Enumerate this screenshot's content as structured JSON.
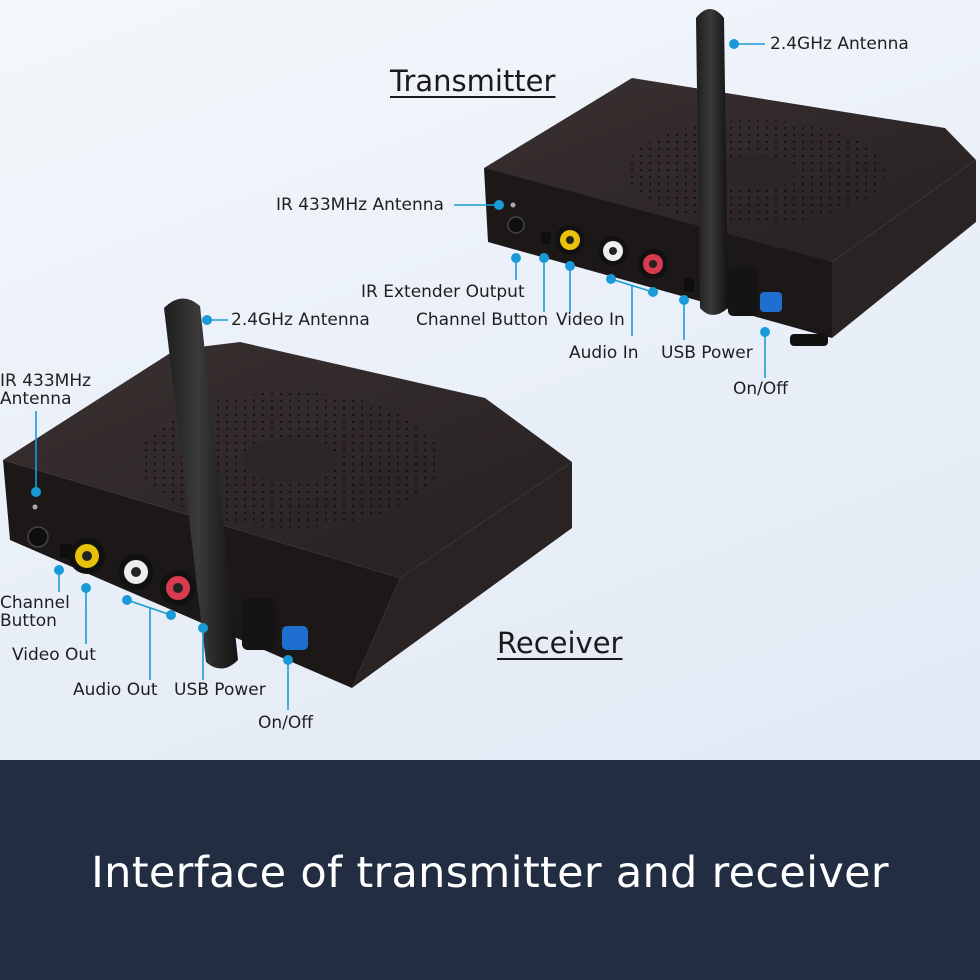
{
  "transmitter": {
    "title": "Transmitter",
    "labels": {
      "antenna_24": "2.4GHz Antenna",
      "ir_433": "IR 433MHz Antenna",
      "ir_extender": "IR Extender Output",
      "channel_button": "Channel Button",
      "video_in": "Video In",
      "audio_in": "Audio In",
      "usb_power": "USB Power",
      "on_off": "On/Off"
    }
  },
  "receiver": {
    "title": "Receiver",
    "labels": {
      "antenna_24": "2.4GHz Antenna",
      "ir_433_line1": "IR 433MHz",
      "ir_433_line2": "Antenna",
      "channel_line1": "Channel",
      "channel_line2": "Button",
      "video_out": "Video Out",
      "audio_out": "Audio Out",
      "usb_power": "USB Power",
      "on_off": "On/Off"
    }
  },
  "caption": "Interface of transmitter and receiver",
  "colors": {
    "callout": "#1a9bd7",
    "banner": "#222d42",
    "device_body": "#2b2424",
    "rca_yellow": "#e8c20a",
    "rca_white": "#eeeeee",
    "rca_red": "#d93a4e",
    "power_button": "#1f6fd1"
  }
}
